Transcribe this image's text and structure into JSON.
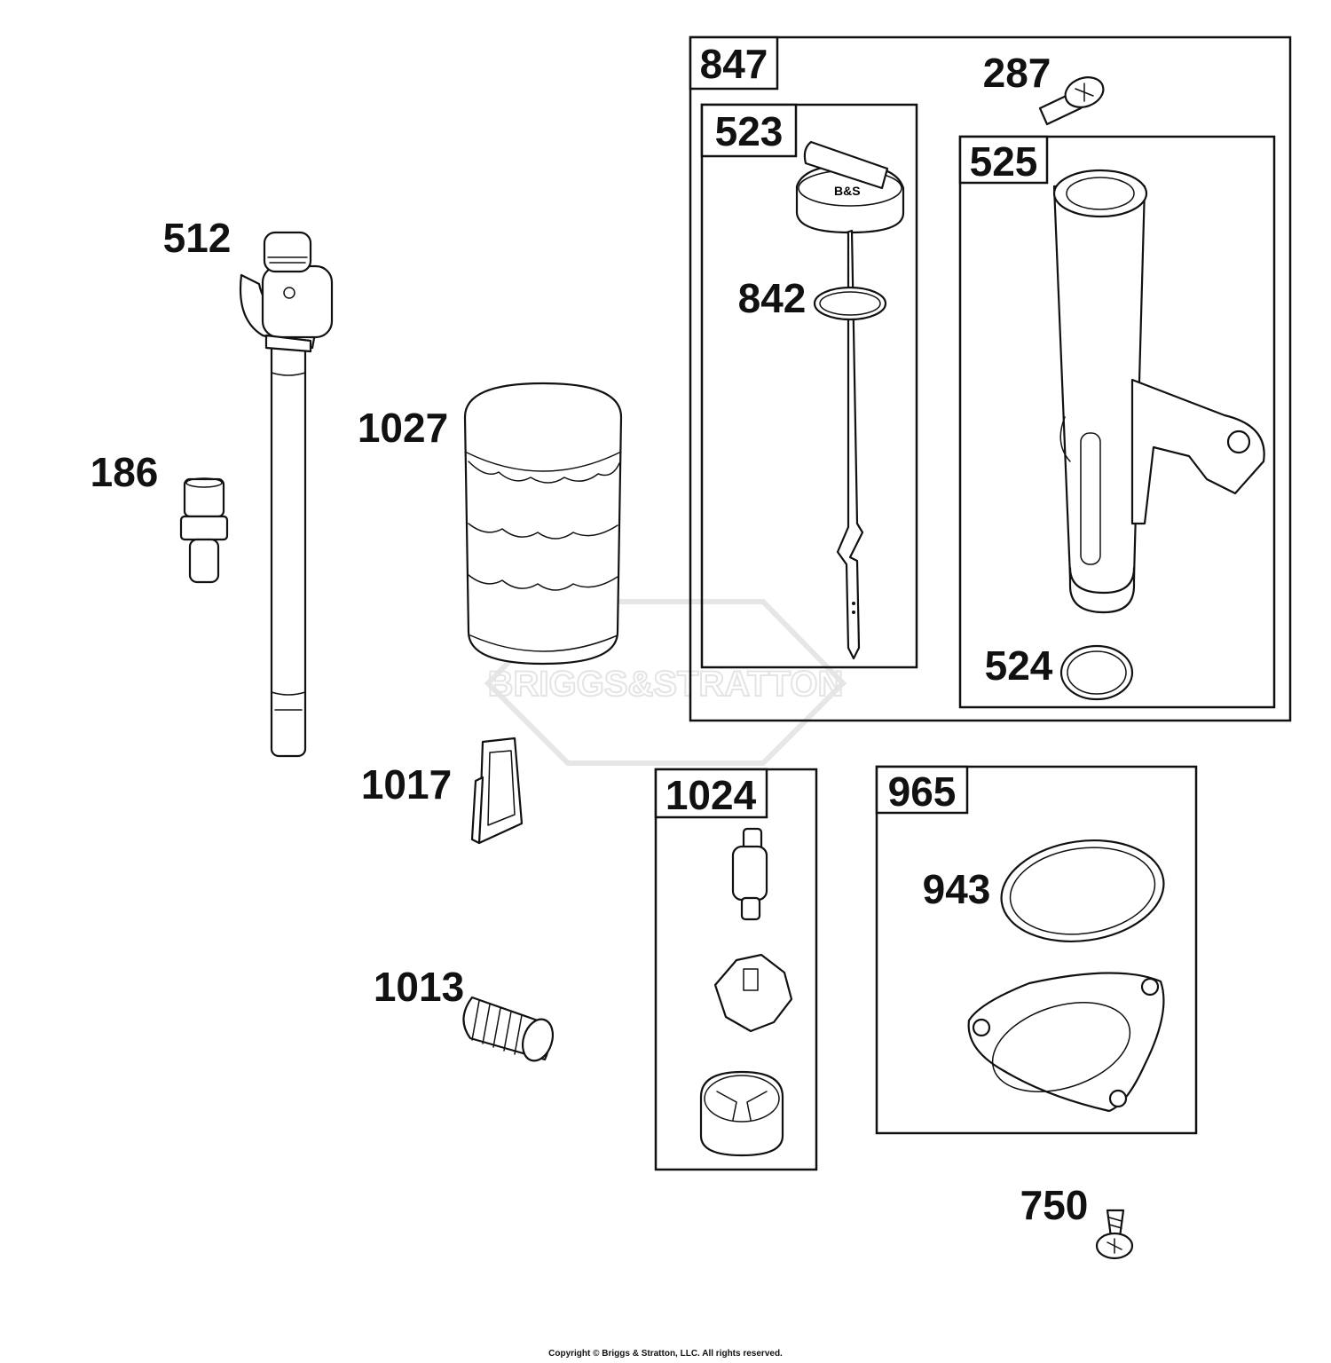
{
  "watermark": "BRIGGS&STRATTON",
  "copyright": "Copyright © Briggs & Stratton, LLC. All rights reserved.",
  "groups": {
    "g847": "847",
    "g523": "523",
    "g525": "525",
    "g1024": "1024",
    "g965": "965"
  },
  "parts": {
    "p512": "512",
    "p186": "186",
    "p1027": "1027",
    "p1017": "1017",
    "p1013": "1013",
    "p287": "287",
    "p842": "842",
    "p524": "524",
    "p943": "943",
    "p750": "750"
  }
}
